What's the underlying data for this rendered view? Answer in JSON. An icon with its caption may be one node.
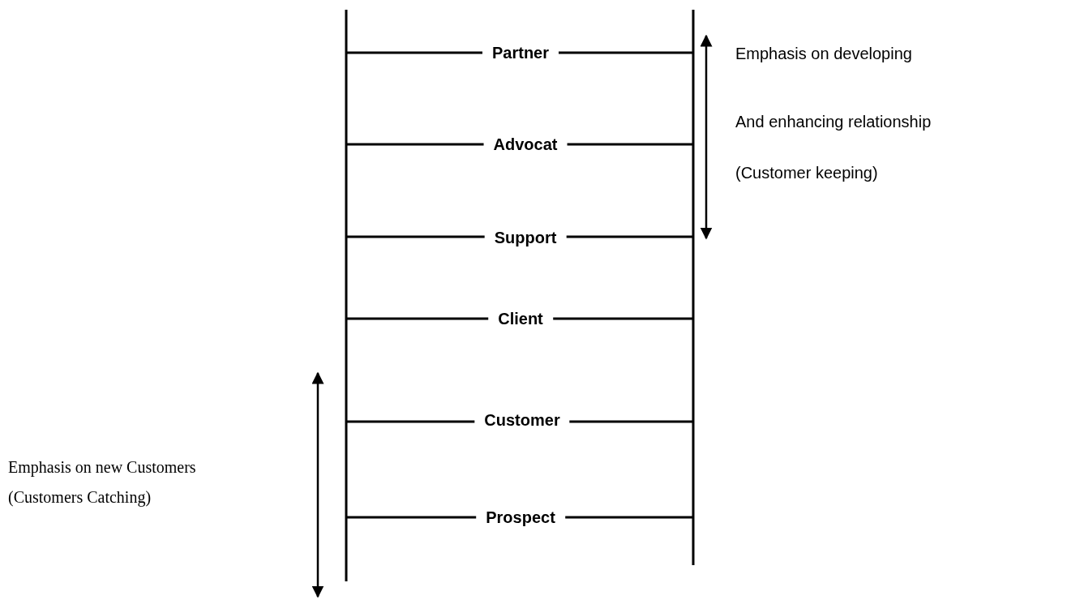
{
  "diagram": {
    "labels": [
      "Partner",
      "Emphasis on developing",
      "Advocat",
      "And enhancing relationship",
      "(Customer keeping)",
      "Support",
      "Client",
      "Customer",
      "Emphasis on new Customers",
      "(Customers Catching)",
      "Prospect"
    ]
  }
}
